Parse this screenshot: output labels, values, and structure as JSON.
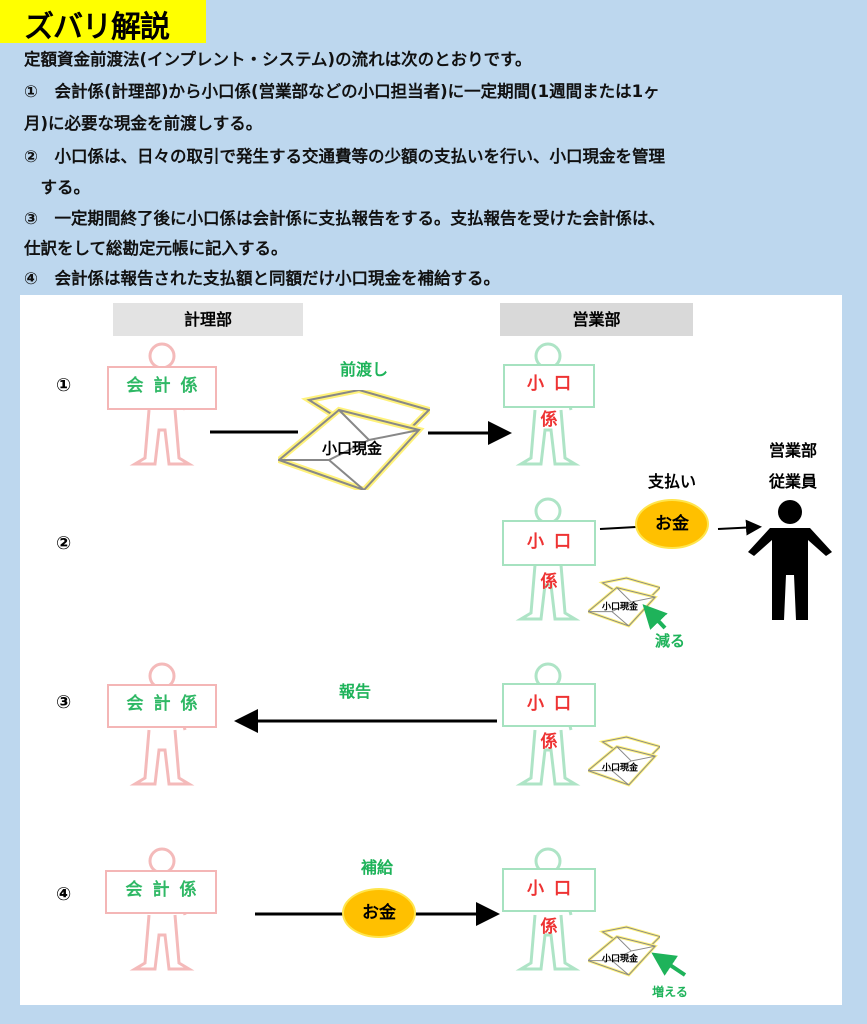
{
  "title": "ズバリ解説",
  "lines": [
    "定額資金前渡法(インプレント・システム)の流れは次のとおりです。",
    "①　会計係(計理部)から小口係(営業部などの小口担当者)に一定期間(1週間または1ヶ",
    "月)に必要な現金を前渡しする。",
    "②　小口係は、日々の取引で発生する交通費等の少額の支払いを行い、小口現金を管理",
    "　する。",
    "③　一定期間終了後に小口係は会計係に支払報告をする。支払報告を受けた会計係は、",
    "仕訳をして総勘定元帳に記入する。",
    "④　会計係は報告された支払額と同額だけ小口現金を補給する。"
  ],
  "diagram": {
    "dept_left": "計理部",
    "dept_right": "営業部",
    "nums": [
      "①",
      "②",
      "③",
      "④"
    ],
    "accountant": "会計係",
    "petty": "小口係",
    "advance": "前渡し",
    "petty_cash": "小口現金",
    "pay": "支払い",
    "money": "お金",
    "employee_1": "営業部",
    "employee_2": "従業員",
    "decrease": "減る",
    "report": "報告",
    "replenish": "補給",
    "increase": "増える"
  },
  "colors": {
    "bg": "#bdd7ee",
    "title": "#ffff00",
    "green": "#1eb35a",
    "red": "#ee3333",
    "coin": "#ffc000"
  }
}
